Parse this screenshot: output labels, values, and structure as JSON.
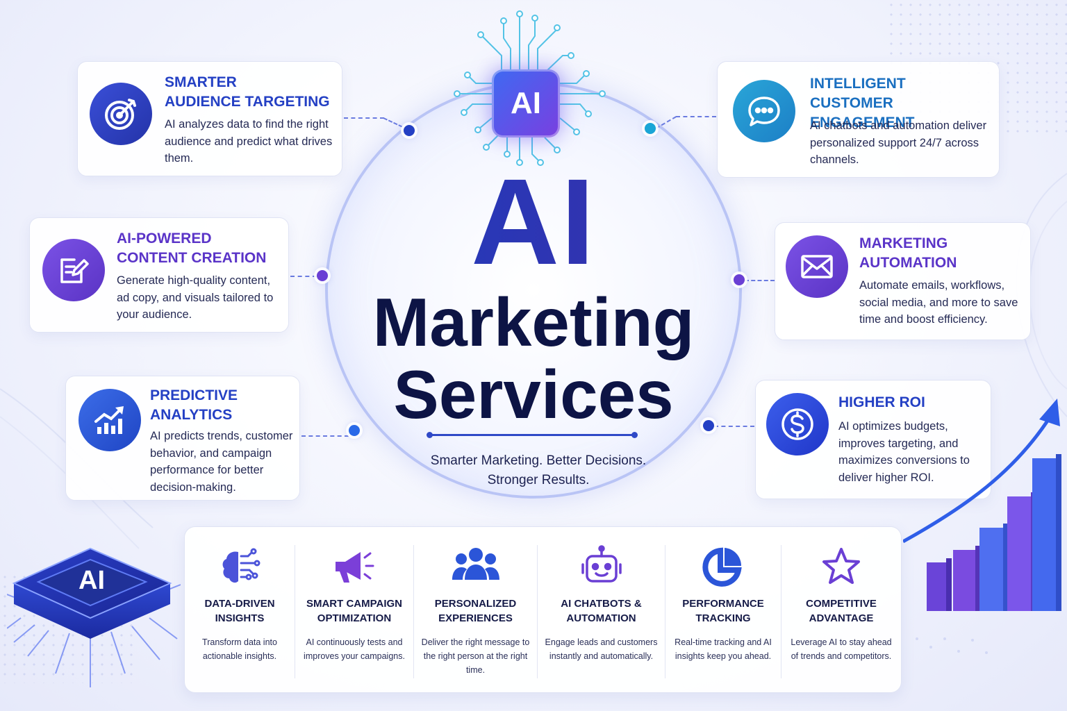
{
  "title": {
    "ai": "AI",
    "line1": "Marketing",
    "line2": "Services"
  },
  "tagline": {
    "line1": "Smarter Marketing. Better Decisions.",
    "line2": "Stronger Results."
  },
  "chip_labels": {
    "top": "AI",
    "left": "AI"
  },
  "features": [
    {
      "icon": "target-icon",
      "title1": "Smarter",
      "title2": "Audience Targeting",
      "desc": "AI analyzes data to find the right audience and predict what drives them."
    },
    {
      "icon": "edit-document-icon",
      "title1": "AI-Powered",
      "title2": "Content Creation",
      "desc": "Generate high-quality content, ad copy, and visuals tailored to your audience."
    },
    {
      "icon": "growth-chart-icon",
      "title1": "Predictive",
      "title2": "Analytics",
      "desc": "AI predicts trends, customer behavior, and campaign performance for better decision-making."
    },
    {
      "icon": "chat-bubble-icon",
      "title1": "Intelligent",
      "title2": "Customer Engagement",
      "desc": "AI chatbots and automation deliver personalized support 24/7 across channels."
    },
    {
      "icon": "envelope-icon",
      "title1": "Marketing",
      "title2": "Automation",
      "desc": "Automate emails, workflows, social media, and more to save time and boost efficiency."
    },
    {
      "icon": "dollar-icon",
      "title1": "Higher ROI",
      "title2": "",
      "desc": "AI optimizes budgets, improves targeting, and maximizes conversions to deliver higher ROI."
    }
  ],
  "benefits": [
    {
      "icon": "brain-circuit-icon",
      "title1": "Data-Driven",
      "title2": "Insights",
      "desc": "Transform data into actionable insights."
    },
    {
      "icon": "megaphone-icon",
      "title1": "Smart Campaign",
      "title2": "Optimization",
      "desc": "AI continuously tests and improves your campaigns."
    },
    {
      "icon": "people-group-icon",
      "title1": "Personalized",
      "title2": "Experiences",
      "desc": "Deliver the right message to the right person at the right time."
    },
    {
      "icon": "robot-icon",
      "title1": "AI Chatbots &",
      "title2": "Automation",
      "desc": "Engage leads and customers instantly and automatically."
    },
    {
      "icon": "pie-chart-icon",
      "title1": "Performance",
      "title2": "Tracking",
      "desc": "Real-time tracking and AI insights keep you ahead."
    },
    {
      "icon": "star-icon",
      "title1": "Competitive",
      "title2": "Advantage",
      "desc": "Leverage AI to stay ahead of trends and competitors."
    }
  ],
  "colors": {
    "primary_blue": "#2440c4",
    "purple": "#5a34c8",
    "cyan": "#1a6fc0",
    "navy_text": "#0d1445"
  }
}
